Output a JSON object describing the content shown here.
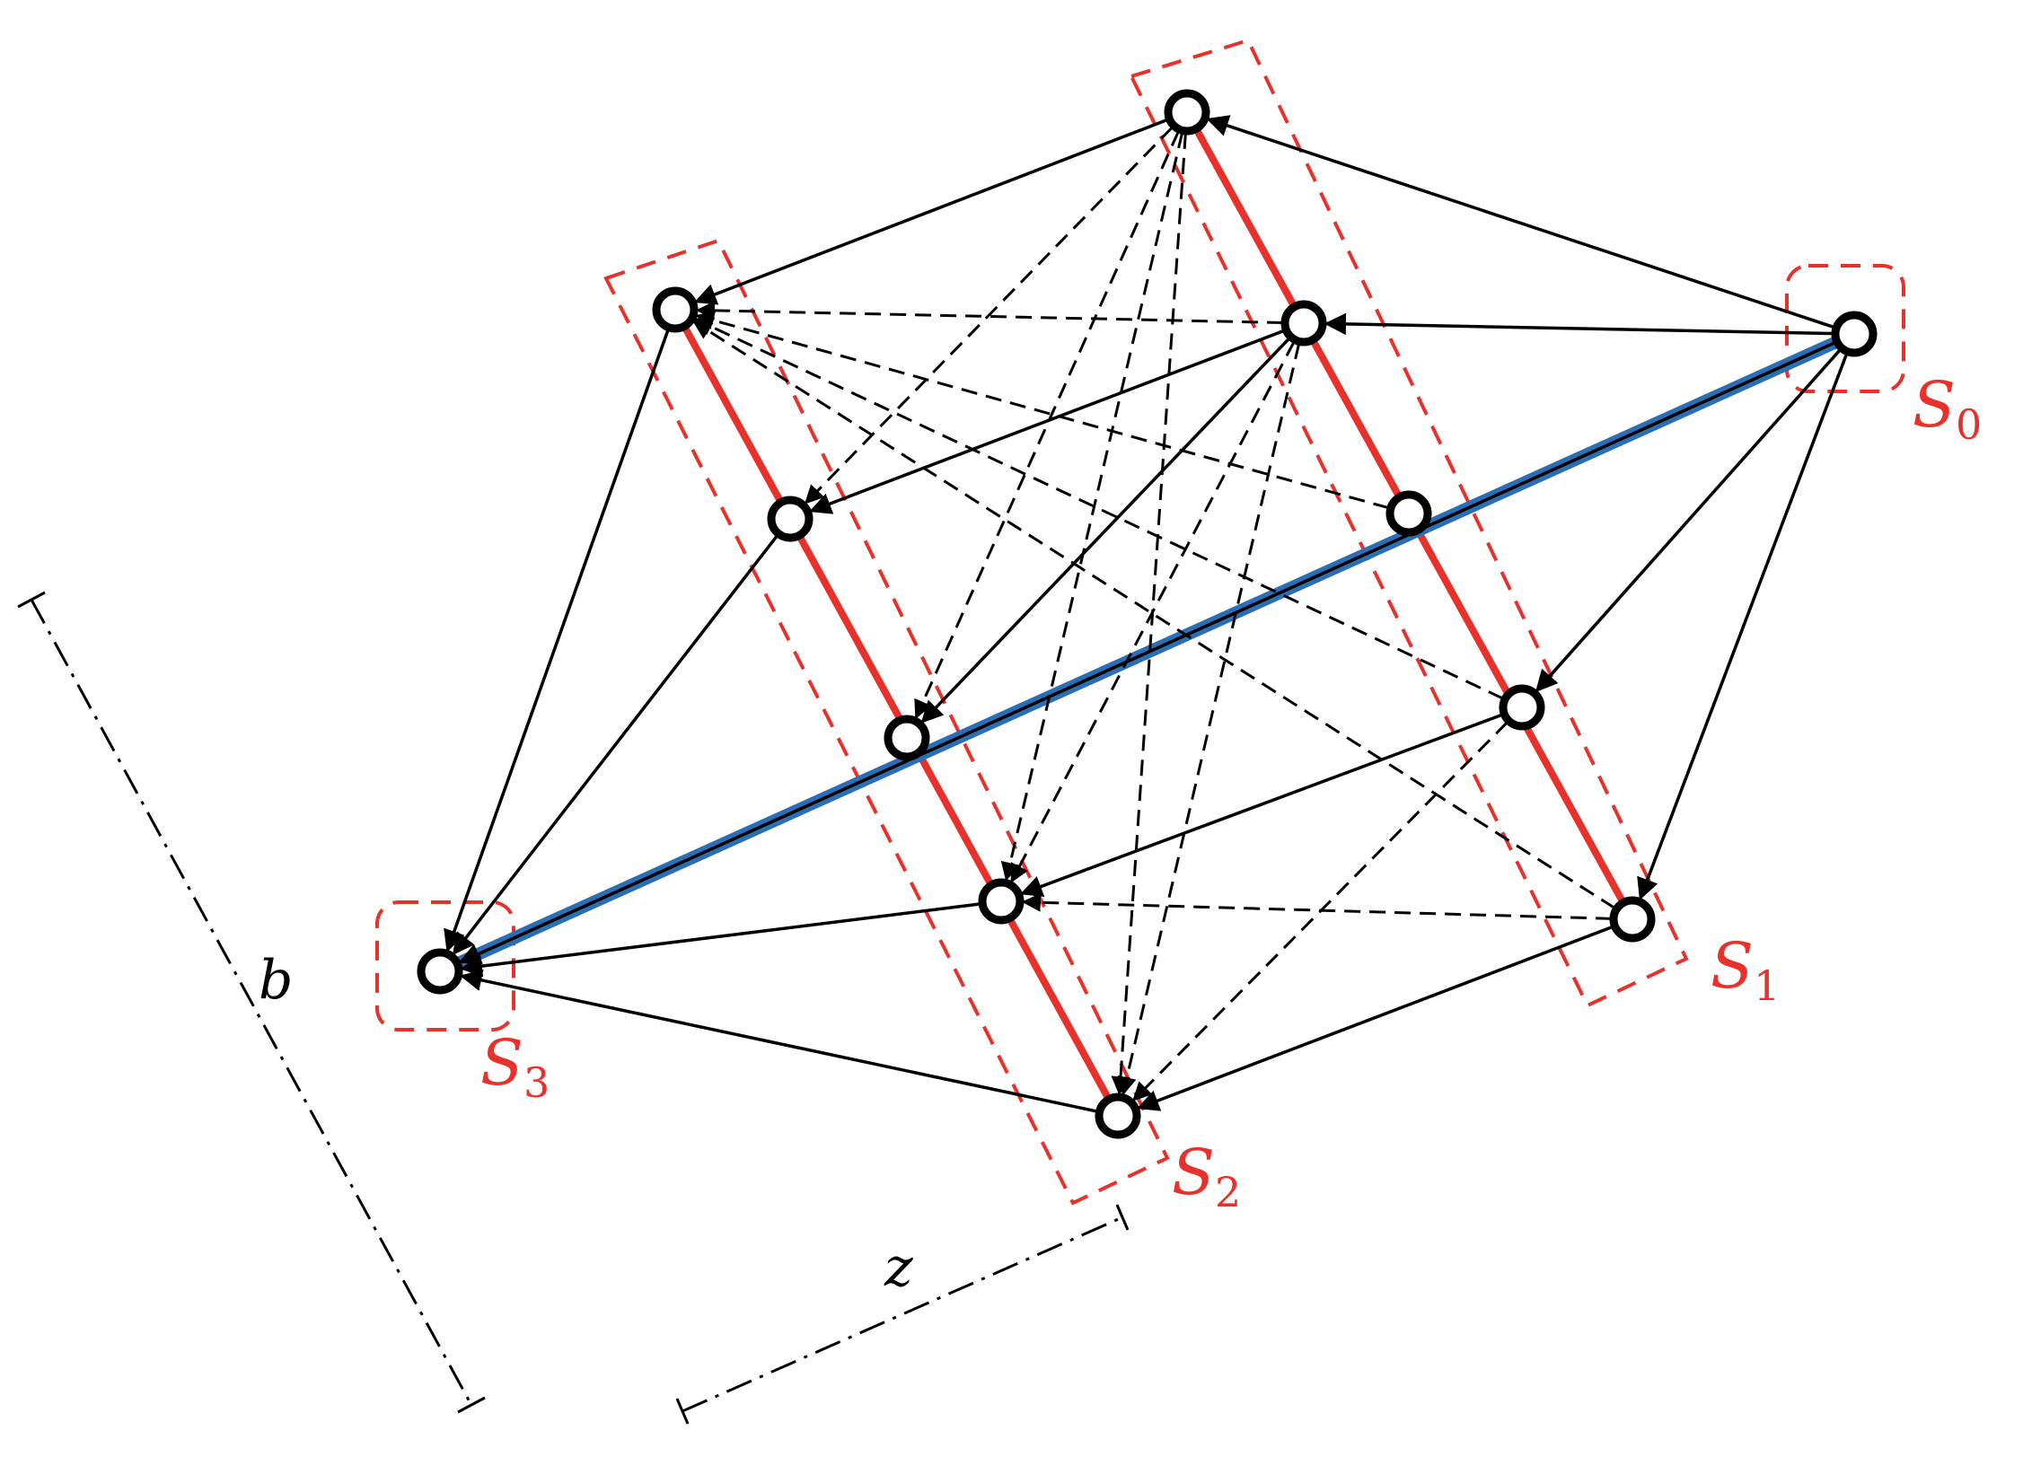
{
  "diagram": {
    "colors": {
      "set_highlight": "#e8312a",
      "path_highlight": "#2a6fb5",
      "edge": "#000000",
      "node_fill": "#ffffff"
    },
    "sets": [
      {
        "id": "S0",
        "letter": "S",
        "subscript": "0"
      },
      {
        "id": "S1",
        "letter": "S",
        "subscript": "1"
      },
      {
        "id": "S2",
        "letter": "S",
        "subscript": "2"
      },
      {
        "id": "S3",
        "letter": "S",
        "subscript": "3"
      }
    ],
    "dimensions": {
      "b_label": "b",
      "z_label": "z"
    },
    "nodes": [
      "s0",
      "a1",
      "a2",
      "a3",
      "a4",
      "b1",
      "b2",
      "b3",
      "b4",
      "s3"
    ],
    "edges": {
      "solid": [
        [
          "s0",
          "a2"
        ],
        [
          "s0",
          "b1"
        ],
        [
          "s0",
          "b4"
        ],
        [
          "a1",
          "s0"
        ],
        [
          "a1",
          "b1"
        ],
        [
          "a2",
          "b2"
        ],
        [
          "b3",
          "a3"
        ],
        [
          "a4",
          "b4"
        ],
        [
          "b1",
          "s3"
        ],
        [
          "b2",
          "s3"
        ],
        [
          "b4",
          "s3"
        ],
        [
          "a4",
          "s3"
        ],
        [
          "s0",
          "s3"
        ]
      ],
      "dashed": [
        [
          "a1",
          "b2"
        ],
        [
          "a1",
          "b3"
        ],
        [
          "a1",
          "b4"
        ],
        [
          "a2",
          "b1"
        ],
        [
          "a3",
          "b1"
        ],
        [
          "a4",
          "b1"
        ],
        [
          "a3",
          "b3"
        ],
        [
          "a3",
          "b4"
        ],
        [
          "a4",
          "b3"
        ],
        [
          "a4",
          "b4"
        ]
      ]
    }
  }
}
